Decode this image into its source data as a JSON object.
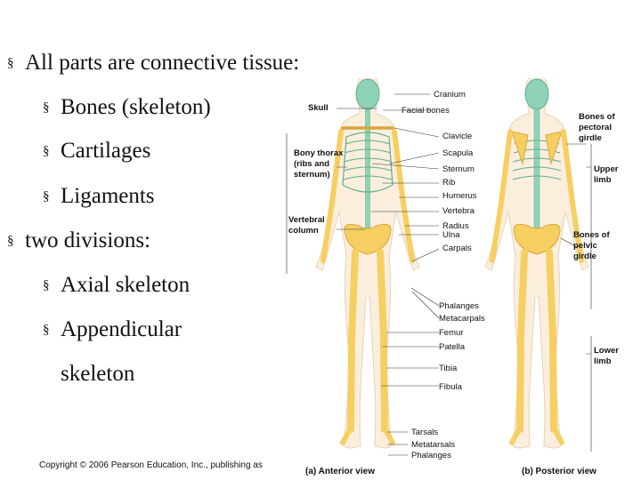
{
  "bullets": [
    {
      "text": "All parts are connective tissue:",
      "marker": "§"
    },
    {
      "text": "Bones (skeleton)",
      "marker": "§"
    },
    {
      "text": "Cartilages",
      "marker": "§"
    },
    {
      "text": "Ligaments",
      "marker": "§"
    },
    {
      "text": "two divisions:",
      "marker": "§"
    },
    {
      "text": "Axial skeleton",
      "marker": "§"
    },
    {
      "text": "Appendicular",
      "marker": "§"
    },
    {
      "text": "skeleton"
    }
  ],
  "copyright": "Copyright © 2006 Pearson Education, Inc., publishing as",
  "figure": {
    "center_labels": [
      "Cranium",
      "Facial bones",
      "Clavicle",
      "Scapula",
      "Sternum",
      "Rib",
      "Humerus",
      "Vertebra",
      "Radius",
      "Ulna",
      "Carpals",
      "Phalanges",
      "Metacarpals",
      "Femur",
      "Patella",
      "Tibia",
      "Fibula",
      "Tarsals",
      "Metatarsals",
      "Phalanges"
    ],
    "left_labels": [
      "Skull",
      "Bony thorax",
      "(ribs and",
      "sternum)",
      "Vertebral",
      "column"
    ],
    "right_labels": [
      "Bones of",
      "pectoral",
      "girdle",
      "Upper",
      "limb",
      "Bones of",
      "pelvic",
      "girdle",
      "Lower",
      "limb"
    ],
    "caption_anterior": "(a) Anterior view",
    "caption_posterior": "(b) Posterior view",
    "colors": {
      "bone": "#f6cf63",
      "bone_outline": "#d9a43a",
      "axial": "#8fd3b6",
      "body": "#fbeedd"
    }
  }
}
